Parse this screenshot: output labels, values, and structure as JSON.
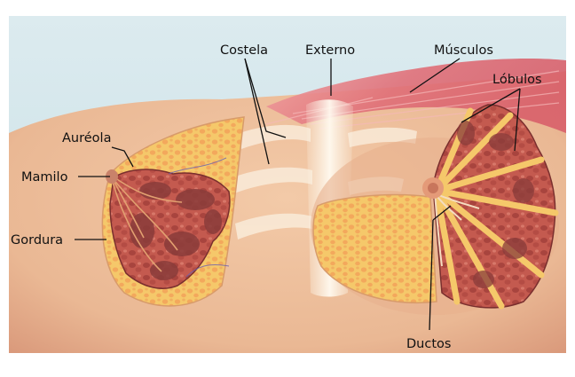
{
  "labels": {
    "costela": "Costela",
    "externo": "Externo",
    "musculos": "Músculos",
    "lobulos": "Lóbulos",
    "aureola": "Auréola",
    "mamilo": "Mamilo",
    "gordura": "Gordura",
    "ductos": "Ductos"
  },
  "colors": {
    "background": "#ffffff",
    "sky": "#cfe3ea",
    "skin": "#eec0a0",
    "skin_shadow": "#d99d7d",
    "muscle": "#e07880",
    "fat": "#f4c468",
    "fat_cell": "#f6a25a",
    "lobule": "#8a3c3a",
    "lobule_light": "#c65a4e",
    "bone": "#f7efe0",
    "label_text": "#111111"
  }
}
